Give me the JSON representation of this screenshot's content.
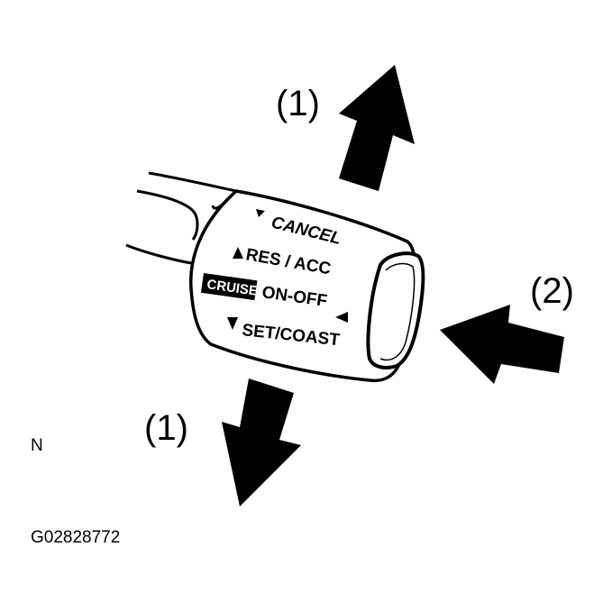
{
  "colors": {
    "ink": "#000000",
    "paper": "#ffffff"
  },
  "callouts": {
    "up": "(1)",
    "down": "(1)",
    "push": "(2)"
  },
  "switch_labels": {
    "cancel": "CANCEL",
    "res_acc": "RES / ACC",
    "cruise_badge": "CRUISE",
    "on_off": "ON-OFF",
    "set_coast": "SET/COAST"
  },
  "marker": "N",
  "figure_id": "G02828772"
}
